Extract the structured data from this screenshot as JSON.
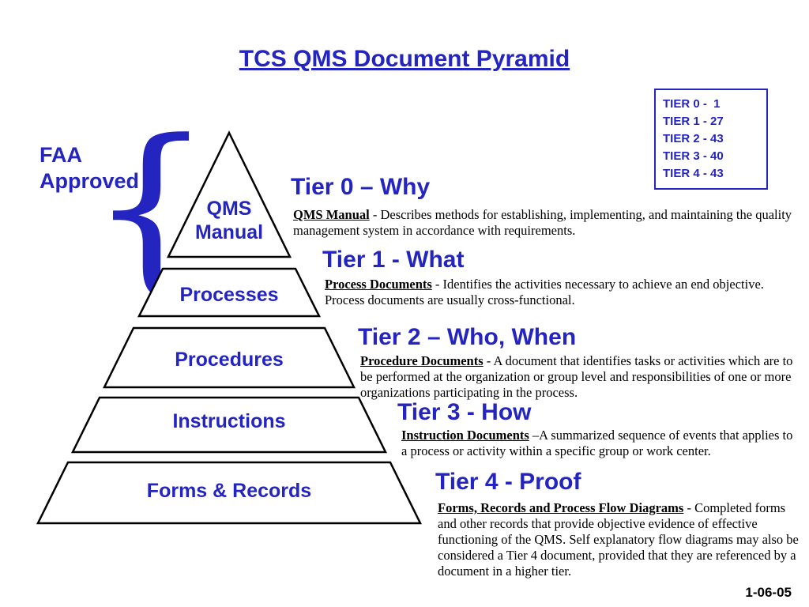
{
  "title": "TCS QMS Document Pyramid",
  "date": "1-06-05",
  "faa": {
    "lines": [
      "FAA",
      "Approved"
    ]
  },
  "brace_glyph": "{",
  "tier_counts": {
    "lines": [
      "TIER 0 -  1",
      "TIER 1 - 27",
      "TIER 2 - 43",
      "TIER 3 - 40",
      "TIER 4 - 43"
    ]
  },
  "pyramid": {
    "levels": [
      {
        "label": "QMS Manual",
        "lines": [
          "QMS",
          "Manual"
        ]
      },
      {
        "label": "Processes",
        "lines": [
          "Processes"
        ]
      },
      {
        "label": "Procedures",
        "lines": [
          "Procedures"
        ]
      },
      {
        "label": "Instructions",
        "lines": [
          "Instructions"
        ]
      },
      {
        "label": "Forms & Records",
        "lines": [
          "Forms & Records"
        ]
      }
    ]
  },
  "tiers": [
    {
      "heading": "Tier 0 – Why",
      "term": "QMS Manual",
      "rest": " - Describes methods for establishing, implementing, and maintaining the quality management system in accordance with requirements."
    },
    {
      "heading": "Tier 1 - What",
      "term": "Process Documents",
      "rest": " - Identifies the activities necessary to achieve an end objective. Process documents are usually cross-functional."
    },
    {
      "heading": "Tier 2 – Who, When",
      "term": "Procedure Documents",
      "rest": " - A document that identifies tasks or activities which are to be performed at the organization or group level and responsibilities of one or more organizations participating in the process."
    },
    {
      "heading": "Tier 3 - How",
      "term": "Instruction Documents",
      "rest": " –A summarized sequence of events that applies to a process or activity within a specific group or work center."
    },
    {
      "heading": "Tier 4 - Proof",
      "term": "Forms, Records and Process Flow Diagrams",
      "rest": " - Completed forms and other records that provide objective evidence of effective functioning of the QMS. Self explanatory flow diagrams may also be considered a Tier 4 document, provided that they are referenced by a document in a higher tier."
    }
  ],
  "colors": {
    "accent": "#2424c0",
    "text": "#000000",
    "background": "#ffffff"
  }
}
